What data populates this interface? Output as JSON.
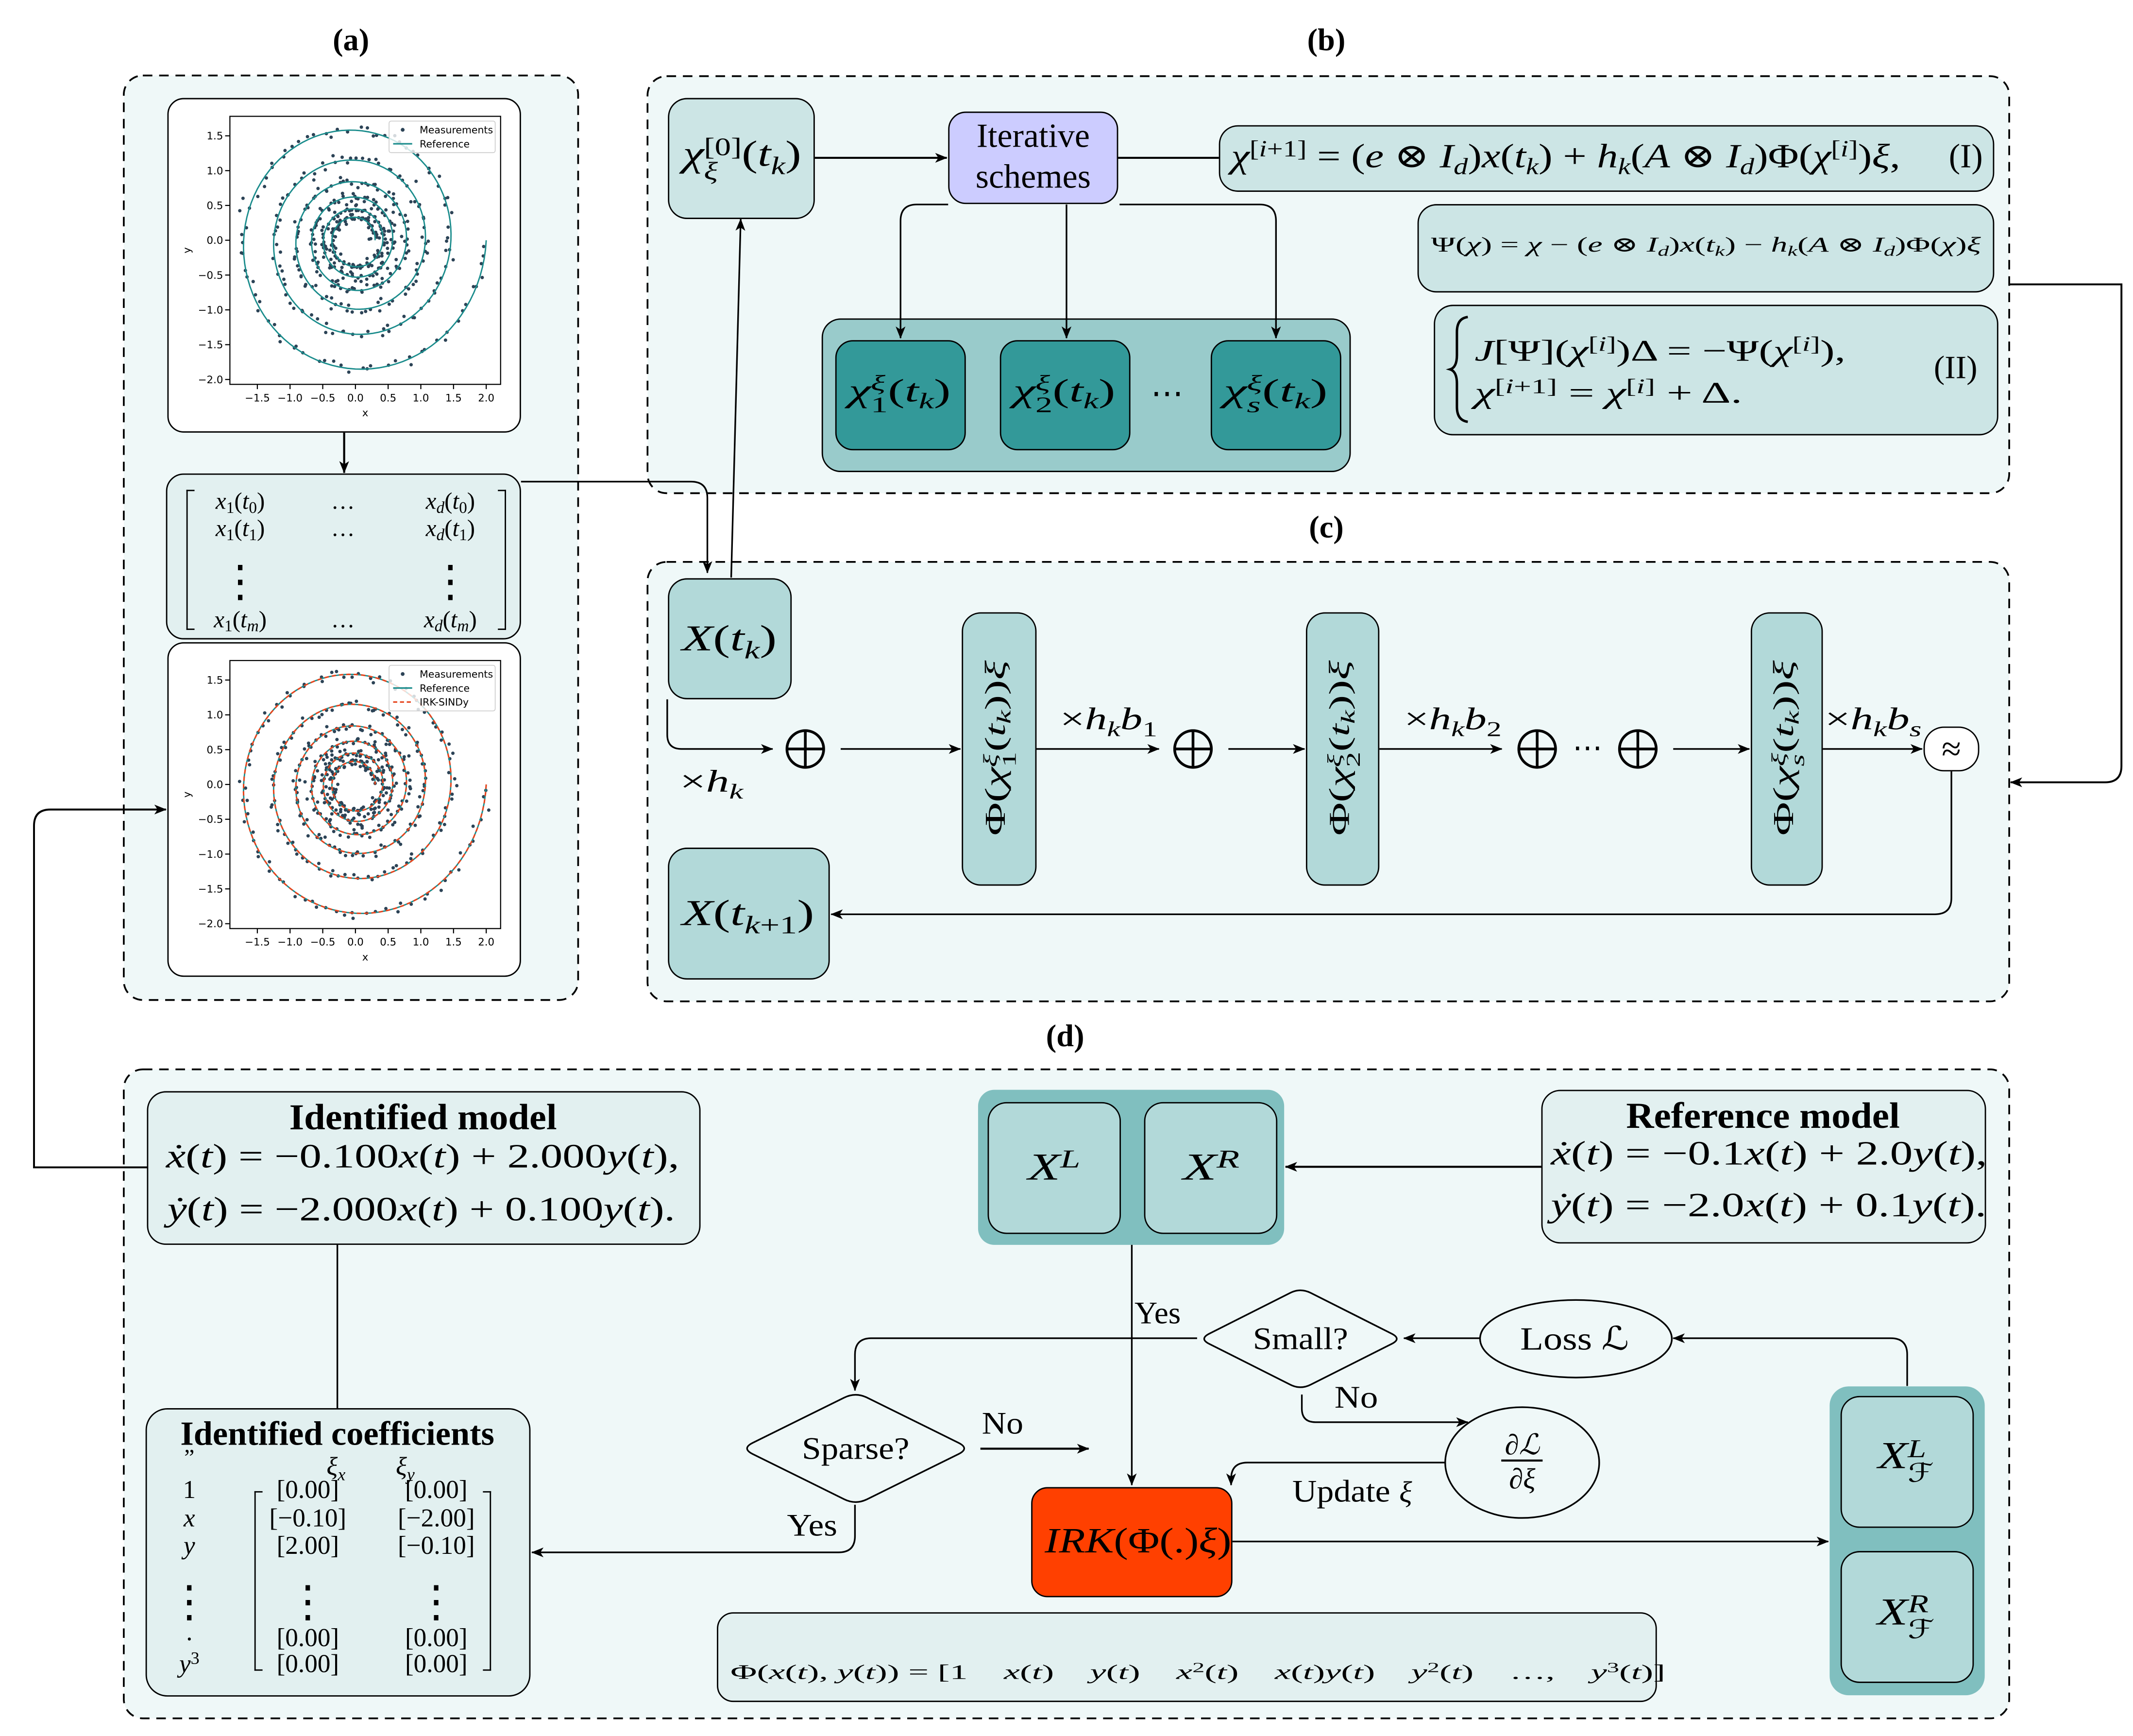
{
  "labels": {
    "a": "(a)",
    "b": "(b)",
    "c": "(c)",
    "d": "(d)"
  },
  "colors": {
    "frame_fill": "#eff8f8",
    "box_light": "#cce5e5",
    "box_pale": "#e2f0f0",
    "box_mid": "#b2d9d9",
    "stage_container": "#99cbcb",
    "stage_box": "#339999",
    "snapshot_container": "#80bfbf",
    "iterative_box": "#ccccff",
    "irk_box": "#ff4000",
    "approx_box": "#ffffff"
  },
  "panel_a": {
    "matrix": {
      "rows": [
        [
          "x_1(t_0)",
          "…",
          "x_d(t_0)"
        ],
        [
          "x_1(t_1)",
          "…",
          "x_d(t_1)"
        ],
        [
          "⋮",
          "",
          "⋮"
        ],
        [
          "x_1(t_m)",
          "…",
          "x_d(t_m)"
        ]
      ]
    }
  },
  "panel_b": {
    "initial_guess": "χ_ξ^{[0]}(t_k)",
    "iterative_box": [
      "Iterative",
      "schemes"
    ],
    "fixed_point": {
      "equation": "χ^{[i+1]} = (e ⊗ I_d)x(t_k) + h_k(A ⊗ I_d)Φ(χ^{[i]})ξ,",
      "tag": "(I)"
    },
    "residual": "Ψ(χ) = χ − (e ⊗ I_d)x(t_k) − h_k(A ⊗ I_d)Φ(χ)ξ",
    "newton": {
      "lines": [
        "J[Ψ](χ^{[i]})Δ = −Ψ(χ^{[i]}),",
        "χ^{[i+1]} = χ^{[i]} + Δ."
      ],
      "tag": "(II)"
    },
    "stages": [
      "χ_1^ξ(t_k)",
      "χ_2^ξ(t_k)",
      "⋯",
      "χ_s^ξ(t_k)"
    ]
  },
  "panel_c": {
    "input_state": "X(t_k)",
    "output_state": "X(t_{k+1})",
    "input_weight": "×h_k",
    "stage_terms": [
      "Φ(χ_1^ξ(t_k))ξ",
      "Φ(χ_2^ξ(t_k))ξ",
      "Φ(χ_s^ξ(t_k))ξ"
    ],
    "stage_weights": [
      "×h_kb_1",
      "×h_kb_2",
      "×h_kb_s"
    ],
    "sum_ellipsis": "⋯",
    "approx_symbol": "≈"
  },
  "panel_d": {
    "identified_model": {
      "title": "Identified model",
      "equations": [
        "ẋ(t) = −0.100x(t) + 2.000y(t),",
        "ẏ(t) = −2.000x(t) + 0.100y(t)."
      ]
    },
    "reference_model": {
      "title": "Reference model",
      "equations": [
        "ẋ(t) = −0.1x(t) + 2.0y(t),",
        "ẏ(t) = −2.0x(t) + 0.1y(t)."
      ]
    },
    "identified_coefficients": {
      "title": "Identified coefficients",
      "stray_mark": "”",
      "column_headers": [
        "ξ_x",
        "ξ_y"
      ],
      "row_labels": [
        "1",
        "x",
        "y",
        "⋮",
        "·",
        "y^3"
      ],
      "values": [
        [
          "[0.00]",
          "[0.00]"
        ],
        [
          "[−0.10]",
          "[−2.00]"
        ],
        [
          "[2.00]",
          "[−0.10]"
        ],
        [
          "⋮",
          "⋮"
        ],
        [
          "[0.00]",
          "[0.00]"
        ],
        [
          "[0.00]",
          "[0.00]"
        ]
      ]
    },
    "snapshots": [
      "X^L",
      "X^R"
    ],
    "irk_snapshots": [
      "X_ℱ^L",
      "X_ℱ^R"
    ],
    "irk_operator": "IRK(Φ(.)ξ)",
    "decisions": {
      "small": "Small?",
      "sparse": "Sparse?"
    },
    "loss": "Loss ℒ",
    "gradient": {
      "numerator": "∂ℒ",
      "denominator": "∂ξ"
    },
    "edge_labels": {
      "small_yes": "Yes",
      "small_no": "No",
      "sparse_yes": "Yes",
      "sparse_no": "No",
      "update": "Update",
      "update_symbol": "ξ"
    },
    "library": "Φ(x(t), y(t)) = [1    x(t)    y(t)    x^2(t)    x(t)y(t)    y^2(t)    …,    y^3(t)]"
  },
  "chart_data": [
    {
      "type": "scatter",
      "title": "",
      "xlabel": "x",
      "ylabel": "y",
      "xlim": [
        -1.92,
        2.22
      ],
      "ylim": [
        -2.07,
        1.78
      ],
      "grid": false,
      "xticks": [
        -1.5,
        -1.0,
        -0.5,
        0.0,
        0.5,
        1.0,
        1.5,
        2.0
      ],
      "xtick_labels": [
        "−1.5",
        "−1.0",
        "−0.5",
        "0.0",
        "0.5",
        "1.0",
        "1.5",
        "2.0"
      ],
      "yticks": [
        -2.0,
        -1.5,
        -1.0,
        -0.5,
        0.0,
        0.5,
        1.0,
        1.5
      ],
      "ytick_labels": [
        "−2.0",
        "−1.5",
        "−1.0",
        "−0.5",
        "0.0",
        "0.5",
        "1.0",
        "1.5"
      ],
      "legend": {
        "position": "upper right",
        "entries": [
          "Measurements",
          "Reference"
        ]
      },
      "series": [
        {
          "name": "Measurements",
          "kind": "scatter",
          "color": "#2c4356",
          "along": "Reference",
          "approx_count": 500,
          "scatter_std": 0.04
        },
        {
          "name": "Reference",
          "kind": "line",
          "color": "#1a8c8c",
          "dashed": false,
          "axis_crossings": [
            [
              2.0,
              0.0
            ],
            [
              0.0,
              -1.85
            ],
            [
              -1.71,
              0.0
            ],
            [
              0.0,
              1.58
            ],
            [
              1.46,
              0.0
            ],
            [
              0.0,
              -1.35
            ],
            [
              -1.25,
              0.0
            ],
            [
              0.0,
              1.15
            ],
            [
              1.07,
              0.0
            ],
            [
              0.0,
              -0.99
            ],
            [
              -0.91,
              0.0
            ],
            [
              0.0,
              0.84
            ],
            [
              0.78,
              0.0
            ],
            [
              0.0,
              -0.72
            ],
            [
              -0.67,
              0.0
            ],
            [
              0.0,
              0.62
            ],
            [
              0.57,
              0.0
            ],
            [
              0.0,
              -0.53
            ],
            [
              -0.49,
              0.0
            ],
            [
              0.0,
              0.45
            ],
            [
              0.42,
              0.0
            ],
            [
              0.0,
              -0.38
            ],
            [
              -0.36,
              0.0
            ],
            [
              0.0,
              0.33
            ],
            [
              0.3,
              0.0
            ]
          ]
        }
      ]
    },
    {
      "type": "scatter",
      "title": "",
      "xlabel": "x",
      "ylabel": "y",
      "xlim": [
        -1.92,
        2.22
      ],
      "ylim": [
        -2.07,
        1.78
      ],
      "grid": false,
      "xticks": [
        -1.5,
        -1.0,
        -0.5,
        0.0,
        0.5,
        1.0,
        1.5,
        2.0
      ],
      "xtick_labels": [
        "−1.5",
        "−1.0",
        "−0.5",
        "0.0",
        "0.5",
        "1.0",
        "1.5",
        "2.0"
      ],
      "yticks": [
        -2.0,
        -1.5,
        -1.0,
        -0.5,
        0.0,
        0.5,
        1.0,
        1.5
      ],
      "ytick_labels": [
        "−2.0",
        "−1.5",
        "−1.0",
        "−0.5",
        "0.0",
        "0.5",
        "1.0",
        "1.5"
      ],
      "legend": {
        "position": "upper right",
        "entries": [
          "Measurements",
          "Reference",
          "IRK-SINDy"
        ]
      },
      "series": [
        {
          "name": "Measurements",
          "kind": "scatter",
          "color": "#2c4356",
          "along": "Reference",
          "approx_count": 500,
          "scatter_std": 0.04
        },
        {
          "name": "Reference",
          "kind": "line",
          "color": "#1a8c8c",
          "dashed": false,
          "axis_crossings": [
            [
              2.0,
              0.0
            ],
            [
              0.0,
              -1.85
            ],
            [
              -1.71,
              0.0
            ],
            [
              0.0,
              1.58
            ],
            [
              1.46,
              0.0
            ],
            [
              0.0,
              -1.35
            ],
            [
              -1.25,
              0.0
            ],
            [
              0.0,
              1.15
            ],
            [
              1.07,
              0.0
            ],
            [
              0.0,
              -0.99
            ],
            [
              -0.91,
              0.0
            ],
            [
              0.0,
              0.84
            ],
            [
              0.78,
              0.0
            ],
            [
              0.0,
              -0.72
            ],
            [
              -0.67,
              0.0
            ],
            [
              0.0,
              0.62
            ],
            [
              0.57,
              0.0
            ],
            [
              0.0,
              -0.53
            ],
            [
              -0.49,
              0.0
            ],
            [
              0.0,
              0.45
            ],
            [
              0.42,
              0.0
            ],
            [
              0.0,
              -0.38
            ],
            [
              -0.36,
              0.0
            ],
            [
              0.0,
              0.33
            ],
            [
              0.3,
              0.0
            ]
          ]
        },
        {
          "name": "IRK-SINDy",
          "kind": "line",
          "color": "#e6461e",
          "dashed": true,
          "axis_crossings": [
            [
              2.0,
              0.0
            ],
            [
              0.0,
              -1.85
            ],
            [
              -1.71,
              0.0
            ],
            [
              0.0,
              1.58
            ],
            [
              1.46,
              0.0
            ],
            [
              0.0,
              -1.35
            ],
            [
              -1.25,
              0.0
            ],
            [
              0.0,
              1.15
            ],
            [
              1.07,
              0.0
            ],
            [
              0.0,
              -0.99
            ],
            [
              -0.91,
              0.0
            ],
            [
              0.0,
              0.84
            ],
            [
              0.78,
              0.0
            ],
            [
              0.0,
              -0.72
            ],
            [
              -0.67,
              0.0
            ],
            [
              0.0,
              0.62
            ],
            [
              0.57,
              0.0
            ],
            [
              0.0,
              -0.53
            ],
            [
              -0.49,
              0.0
            ],
            [
              0.0,
              0.45
            ],
            [
              0.42,
              0.0
            ],
            [
              0.0,
              -0.38
            ],
            [
              -0.36,
              0.0
            ],
            [
              0.0,
              0.33
            ],
            [
              0.3,
              0.0
            ]
          ]
        }
      ]
    }
  ]
}
